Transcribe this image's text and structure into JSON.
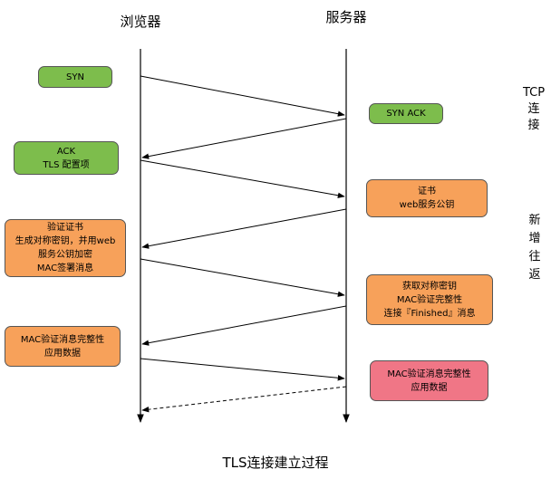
{
  "lanes": {
    "browser": "浏览器",
    "server": "服务器"
  },
  "messages": {
    "syn": [
      "SYN"
    ],
    "syn_ack": [
      "SYN ACK"
    ],
    "ack": [
      "ACK",
      "TLS 配置项"
    ],
    "cert": [
      "证书",
      "web服务公钥"
    ],
    "verify": [
      "验证证书",
      "生成对称密钥，并用web",
      "服务公钥加密",
      "MAC签署消息"
    ],
    "server_finish": [
      "获取对称密钥",
      "MAC验证完整性",
      "连接『Finished』消息"
    ],
    "client_data": [
      "MAC验证消息完整性",
      "应用数据"
    ],
    "server_data": [
      "MAC验证消息完整性",
      "应用数据"
    ]
  },
  "side_labels": {
    "tcp": [
      "TCP",
      "连",
      "接"
    ],
    "handshake": [
      "新",
      "增",
      "往",
      "返"
    ]
  },
  "caption": "TLS连接建立过程",
  "colors": {
    "green": "#7dbd4c",
    "orange": "#f7a15a",
    "pink": "#f07686",
    "line": "#000000"
  }
}
